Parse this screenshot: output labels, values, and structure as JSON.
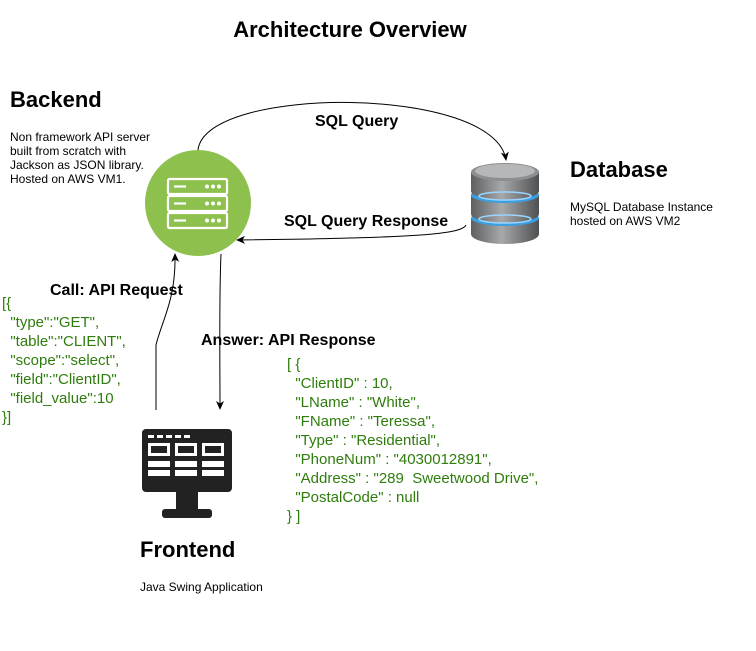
{
  "title": "Architecture Overview",
  "backend": {
    "heading": "Backend",
    "description": "Non framework API server\nbuilt from scratch with\nJackson as JSON library.\nHosted on AWS VM1.",
    "icon": "server-icon",
    "icon_color": "#8dc04d"
  },
  "database": {
    "heading": "Database",
    "description": "MySQL Database Instance\nhosted on AWS VM2",
    "icon": "database-icon"
  },
  "frontend": {
    "heading": "Frontend",
    "description": "Java Swing Application",
    "icon": "monitor-icon"
  },
  "edges": {
    "sql_query": "SQL Query",
    "sql_query_response": "SQL Query Response",
    "api_request": "Call: API Request",
    "api_response": "Answer: API Response"
  },
  "request_json": "[{\n  \"type\":\"GET\",\n  \"table\":\"CLIENT\",\n  \"scope\":\"select\",\n  \"field\":\"ClientID\",\n  \"field_value\":10\n}]",
  "response_json": "[ {\n  \"ClientID\" : 10,\n  \"LName\" : \"White\",\n  \"FName\" : \"Teressa\",\n  \"Type\" : \"Residential\",\n  \"PhoneNum\" : \"4030012891\",\n  \"Address\" : \"289  Sweetwood Drive\",\n  \"PostalCode\" : null\n} ]",
  "colors": {
    "code_text": "#2e7d0c",
    "server_circle": "#8dc04d"
  }
}
